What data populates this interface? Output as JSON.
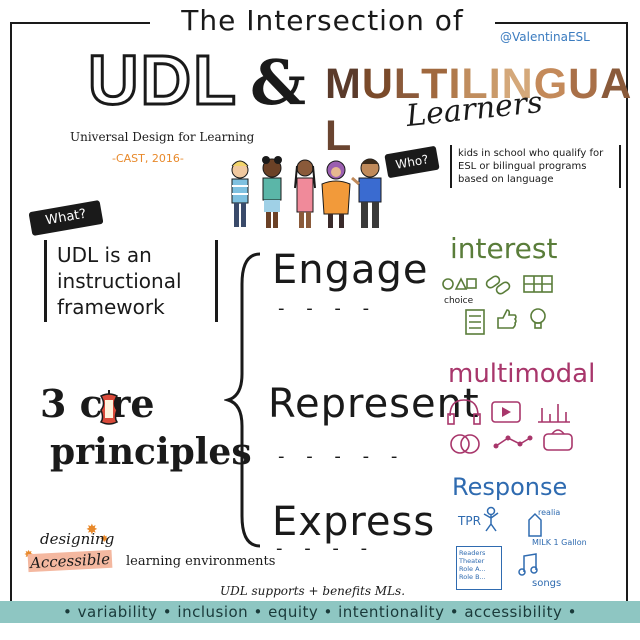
{
  "title": "The Intersection of",
  "handle": "@ValentinaESL",
  "udl": "UDL",
  "ampersand": "&",
  "multilingual": [
    "M",
    "U",
    "L",
    "T",
    "I",
    "L",
    "I",
    "N",
    "G",
    "U",
    "A",
    "L"
  ],
  "multilingual_colors": [
    "#5a3a2a",
    "#7a4a2a",
    "#8b5a3a",
    "#a0683e",
    "#b07a4c",
    "#c08d5e",
    "#c99a6a",
    "#d4a87a",
    "#c48a5a",
    "#a97048",
    "#8a5a3a",
    "#6a4430"
  ],
  "learners": "Learners",
  "udl_subtitle": "Universal Design for Learning",
  "cast": "-CAST, 2016-",
  "who_label": "Who?",
  "kids_text": "kids in school who qualify for ESL or bilingual programs based on language",
  "what_label": "What?",
  "udl_definition": [
    "UDL is an",
    "instructional",
    "framework"
  ],
  "core_label": "3 c re",
  "principles_label": "principles",
  "principles": [
    "Engage",
    "Represent",
    "Express"
  ],
  "dashes": "- - - -",
  "dashes_long": "- - - - -",
  "categories": {
    "interest": "interest",
    "multimodal": "multimodal",
    "response": "Response"
  },
  "interest_choice": "choice",
  "response_tpr": "TPR",
  "response_realia": "realia",
  "response_milk": "MILK 1 Gallon",
  "response_songs": "songs",
  "response_readers": [
    "Readers",
    "Theater",
    "Role A...",
    "Role B..."
  ],
  "designing": "designing",
  "accessible": "Accessible",
  "learning_env": "learning environments",
  "udl_supports": "UDL supports + benefits MLs.",
  "banner": "• variability • inclusion • equity • intentionality • accessibility •",
  "colors": {
    "interest": "#5a7d3a",
    "multimodal": "#a8366b",
    "response": "#2f6bb0",
    "banner": "#8ec6c2",
    "cast": "#e8892b"
  },
  "icons": [
    "kid-icons",
    "choice-shapes-icon",
    "link-icon",
    "goal-net-icon",
    "checklist-icon",
    "thumbs-up-icon",
    "lightbulb-icon",
    "headphones-icon",
    "video-icon",
    "bar-chart-icon",
    "venn-icon",
    "network-icon",
    "vr-headset-icon",
    "tpr-figure-icon",
    "milk-carton-icon",
    "music-note-icon",
    "star-icon",
    "apple-core-icon"
  ]
}
